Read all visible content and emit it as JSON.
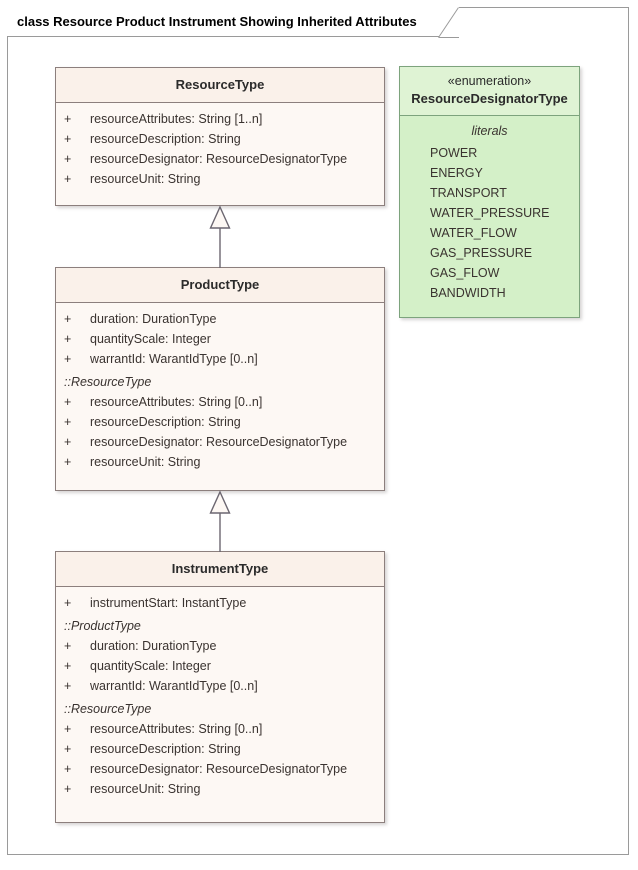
{
  "diagram": {
    "title": "class Resource Product Instrument Showing Inherited Attributes",
    "colors": {
      "class_border": "#8c7f7d",
      "class_header_fill": "#faf1ea",
      "class_body_fill": "#fdf8f4",
      "enum_border": "#7da37d",
      "enum_header_fill": "#dff3d4",
      "enum_body_fill": "#d4f0c8",
      "connector": "#6b6670",
      "frame_border": "#9a9a9a",
      "text": "#3a3330"
    }
  },
  "classes": {
    "resourcetype": {
      "name": "ResourceType",
      "attributes": [
        {
          "visibility": "+",
          "signature": "resourceAttributes: String [1..n]"
        },
        {
          "visibility": "+",
          "signature": "resourceDescription: String"
        },
        {
          "visibility": "+",
          "signature": "resourceDesignator: ResourceDesignatorType"
        },
        {
          "visibility": "+",
          "signature": "resourceUnit: String"
        }
      ]
    },
    "producttype": {
      "name": "ProductType",
      "attributes": [
        {
          "visibility": "+",
          "signature": "duration: DurationType"
        },
        {
          "visibility": "+",
          "signature": "quantityScale: Integer"
        },
        {
          "visibility": "+",
          "signature": "warrantId: WarantIdType [0..n]"
        }
      ],
      "inherited": [
        {
          "from": "::ResourceType",
          "attributes": [
            {
              "visibility": "+",
              "signature": "resourceAttributes: String [0..n]"
            },
            {
              "visibility": "+",
              "signature": "resourceDescription: String"
            },
            {
              "visibility": "+",
              "signature": "resourceDesignator: ResourceDesignatorType"
            },
            {
              "visibility": "+",
              "signature": "resourceUnit: String"
            }
          ]
        }
      ]
    },
    "instrumenttype": {
      "name": "InstrumentType",
      "attributes": [
        {
          "visibility": "+",
          "signature": "instrumentStart: InstantType"
        }
      ],
      "inherited": [
        {
          "from": "::ProductType",
          "attributes": [
            {
              "visibility": "+",
              "signature": "duration: DurationType"
            },
            {
              "visibility": "+",
              "signature": "quantityScale: Integer"
            },
            {
              "visibility": "+",
              "signature": "warrantId: WarantIdType [0..n]"
            }
          ]
        },
        {
          "from": "::ResourceType",
          "attributes": [
            {
              "visibility": "+",
              "signature": "resourceAttributes: String [0..n]"
            },
            {
              "visibility": "+",
              "signature": "resourceDescription: String"
            },
            {
              "visibility": "+",
              "signature": "resourceDesignator: ResourceDesignatorType"
            },
            {
              "visibility": "+",
              "signature": "resourceUnit: String"
            }
          ]
        }
      ]
    }
  },
  "enumeration": {
    "stereotype": "«enumeration»",
    "name": "ResourceDesignatorType",
    "section_label": "literals",
    "literals": [
      "POWER",
      "ENERGY",
      "TRANSPORT",
      "WATER_PRESSURE",
      "WATER_FLOW",
      "GAS_PRESSURE",
      "GAS_FLOW",
      "BANDWIDTH"
    ]
  },
  "relationships": [
    {
      "type": "generalization",
      "source": "ProductType",
      "target": "ResourceType"
    },
    {
      "type": "generalization",
      "source": "InstrumentType",
      "target": "ProductType"
    }
  ]
}
